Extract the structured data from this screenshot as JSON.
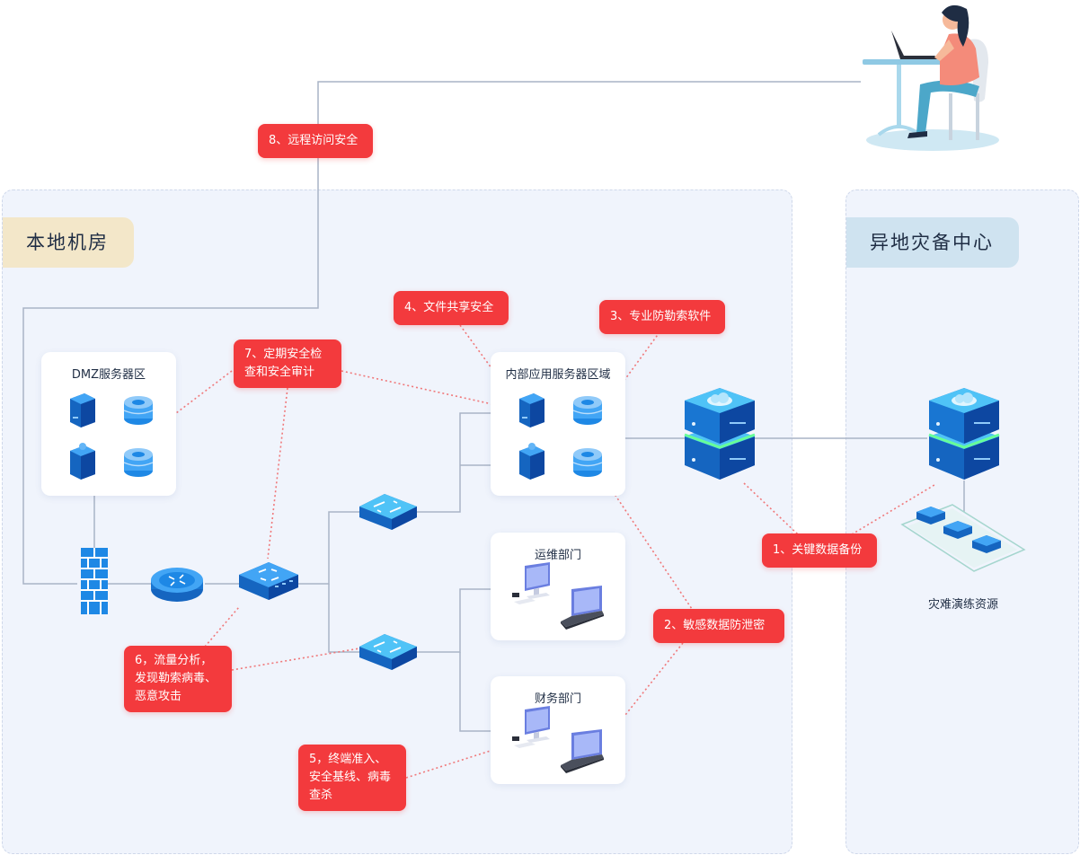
{
  "zones": {
    "local": {
      "title": "本地机房"
    },
    "remote": {
      "title": "异地灾备中心"
    }
  },
  "cards": {
    "dmz": {
      "title": "DMZ服务器区"
    },
    "internal": {
      "title": "内部应用服务器区域"
    },
    "ops": {
      "title": "运维部门"
    },
    "finance": {
      "title": "财务部门"
    }
  },
  "labels": {
    "drill": "灾难演练资源"
  },
  "callouts": {
    "c1": "1、关键数据备份",
    "c2": "2、敏感数据防泄密",
    "c3": "3、专业防勒索软件",
    "c4": "4、文件共享安全",
    "c5": "5，终端准入、安全基线、病毒查杀",
    "c6": "6，流量分析，发现勒索病毒、恶意攻击",
    "c7": "7、定期安全检查和安全审计",
    "c8": "8、远程访问安全"
  },
  "icons": {
    "server": "server-icon",
    "database": "database-icon",
    "firewall": "firewall-icon",
    "router": "router-icon",
    "core_switch": "core-switch-icon",
    "switch": "switch-icon",
    "cloud_storage": "cloud-storage-icon",
    "desktop": "desktop-computer-icon",
    "laptop": "laptop-icon",
    "remote_user": "remote-user-illustration"
  },
  "colors": {
    "zone_bg": "#f0f4fc",
    "local_title_bg": "#f3e7c9",
    "remote_title_bg": "#cfe3f0",
    "callout": "#f33a3d",
    "link_line": "#a9b4c6",
    "dotted_line": "#f0787a",
    "device_blue": "#1e88f0"
  }
}
